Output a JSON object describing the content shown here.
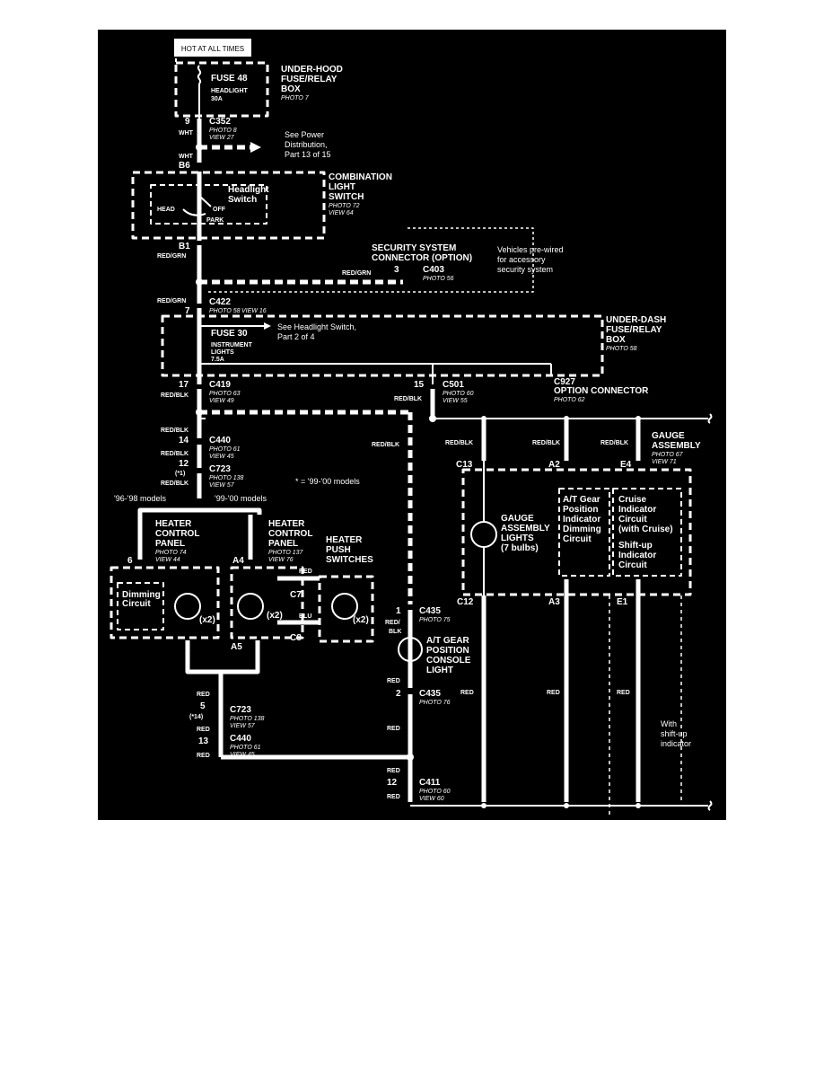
{
  "colors": {
    "background": "#000000",
    "wire": "#ffffff",
    "page": "#ffffff"
  },
  "power": {
    "hot": "HOT AT ALL TIMES"
  },
  "underhood": {
    "title1": "UNDER-HOOD",
    "title2": "FUSE/RELAY",
    "title3": "BOX",
    "photo": "PHOTO 7",
    "fuse": "FUSE 48",
    "fuse_sub1": "HEADLIGHT",
    "fuse_sub2": "30A"
  },
  "c352": {
    "pin": "9",
    "name": "C352",
    "photo": "PHOTO 8",
    "view": "VIEW 27",
    "wire_top": "WHT",
    "wire_bot": "WHT"
  },
  "see_power": {
    "line1": "See Power",
    "line2": "Distribution,",
    "line3": "Part 13 of 15"
  },
  "combo": {
    "pin_top": "B6",
    "title1": "COMBINATION",
    "title2": "LIGHT",
    "title3": "SWITCH",
    "photo": "PHOTO 72",
    "view": "VIEW 64",
    "switch1": "Headlight",
    "switch2": "Switch",
    "head": "HEAD",
    "off": "OFF",
    "park": "PARK",
    "pin_bot": "B1",
    "wire": "RED/GRN"
  },
  "security": {
    "title1": "SECURITY SYSTEM",
    "title2": "CONNECTOR (OPTION)",
    "wire": "RED/GRN",
    "pin": "3",
    "name": "C403",
    "photo": "PHOTO 56",
    "note1": "Vehicles pre-wired",
    "note2": "for accessory",
    "note3": "security system"
  },
  "c422": {
    "wire": "RED/GRN",
    "pin": "7",
    "name": "C422",
    "photo": "PHOTO 58",
    "view": "VIEW 16"
  },
  "see_headlight": {
    "line1": "See Headlight Switch,",
    "line2": "Part 2 of 4"
  },
  "underdash": {
    "title1": "UNDER-DASH",
    "title2": "FUSE/RELAY",
    "title3": "BOX",
    "photo": "PHOTO 58",
    "fuse": "FUSE 30",
    "fuse_sub1": "INSTRUMENT",
    "fuse_sub2": "LIGHTS",
    "fuse_sub3": "7.5A"
  },
  "c419": {
    "pin": "17",
    "name": "C419",
    "photo": "PHOTO 63",
    "view": "VIEW 49",
    "wire": "RED/BLK"
  },
  "c501": {
    "pin": "15",
    "name": "C501",
    "photo": "PHOTO 60",
    "view": "VIEW 55",
    "wire": "RED/BLK"
  },
  "c927": {
    "name": "C927",
    "title": "OPTION CONNECTOR",
    "photo": "PHOTO 62"
  },
  "c440_top": {
    "wire": "RED/BLK",
    "pin": "14",
    "name": "C440",
    "photo": "PHOTO 61",
    "view": "VIEW 45"
  },
  "c723_top": {
    "wire": "RED/BLK",
    "pin": "12",
    "star": "(*1)",
    "name": "C723",
    "photo": "PHOTO 138",
    "view": "VIEW 57",
    "wire2": "RED/BLK"
  },
  "note_star": "* = '99-'00 models",
  "models": {
    "old": "'96-'98 models",
    "new": "'99-'00 models"
  },
  "console_wire": "RED/BLK",
  "hcp_old": {
    "title1": "HEATER",
    "title2": "CONTROL",
    "title3": "PANEL",
    "photo": "PHOTO 74",
    "view": "VIEW 44",
    "pin_top": "6",
    "pin_bot": "5",
    "dim1": "Dimming",
    "dim2": "Circuit",
    "x2": "(x2)"
  },
  "hcp_new": {
    "title1": "HEATER",
    "title2": "CONTROL",
    "title3": "PANEL",
    "photo": "PHOTO 137",
    "view": "VIEW 76",
    "pin_top": "A4",
    "pin_bot": "A5",
    "x2": "(x2)"
  },
  "hps": {
    "title1": "HEATER",
    "title2": "PUSH",
    "title3": "SWITCHES",
    "red": "RED",
    "c7": "C7",
    "blu": "BLU",
    "c8": "C8",
    "x2": "(x2)"
  },
  "c723_bot": {
    "wire": "RED",
    "pin": "5",
    "star": "(*14)",
    "name": "C723",
    "photo": "PHOTO 138",
    "view": "VIEW 57"
  },
  "c440_bot": {
    "wire": "RED",
    "pin": "13",
    "name": "C440",
    "photo": "PHOTO 61",
    "view": "VIEW 45",
    "wire2": "RED"
  },
  "c435_top": {
    "pin": "1",
    "name": "C435",
    "photo": "PHOTO 75",
    "wire1": "RED/",
    "wire2": "BLK"
  },
  "atlight": {
    "title1": "A/T GEAR",
    "title2": "POSITION",
    "title3": "CONSOLE",
    "title4": "LIGHT"
  },
  "c435_bot": {
    "wire": "RED",
    "pin": "2",
    "name": "C435",
    "photo": "PHOTO 76",
    "wire2": "RED"
  },
  "c411": {
    "wire": "RED",
    "pin": "12",
    "name": "C411",
    "photo": "PHOTO 60",
    "view": "VIEW 60",
    "wire2": "RED"
  },
  "gauge": {
    "wire1": "RED/BLK",
    "wire2": "RED/BLK",
    "wire3": "RED/BLK",
    "title1": "GAUGE",
    "title2": "ASSEMBLY",
    "photo": "PHOTO 67",
    "view": "VIEW 71",
    "pin_c13": "C13",
    "pin_a2": "A2",
    "pin_e4": "E4",
    "lights1": "GAUGE",
    "lights2": "ASSEMBLY",
    "lights3": "LIGHTS",
    "lights4": "(7 bulbs)",
    "at1": "A/T Gear",
    "at2": "Position",
    "at3": "Indicator",
    "at4": "Dimming",
    "at5": "Circuit",
    "cr1": "Cruise",
    "cr2": "Indicator",
    "cr3": "Circuit",
    "cr4": "(with Cruise)",
    "su1": "Shift-up",
    "su2": "Indicator",
    "su3": "Circuit",
    "pin_c12": "C12",
    "pin_a3": "A3",
    "pin_e1": "E1",
    "red1": "RED",
    "red2": "RED",
    "red3": "RED",
    "shift1": "With",
    "shift2": "shift-up",
    "shift3": "indicator"
  }
}
